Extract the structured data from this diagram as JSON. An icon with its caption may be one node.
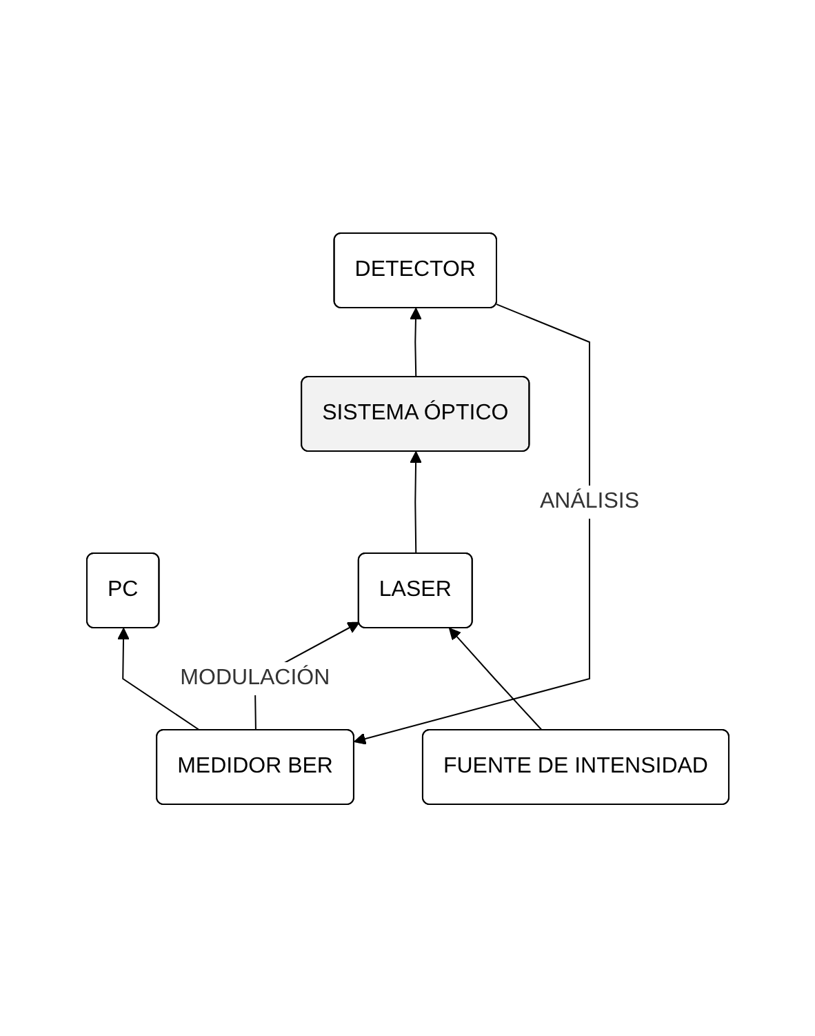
{
  "diagram": {
    "nodes": [
      {
        "text": [
          "PC"
        ]
      },
      {
        "text": [
          "MEDIDOR BER"
        ]
      },
      {
        "text": [
          "LASER"
        ]
      },
      {
        "text": [
          "SISTEMA ÓPTICO"
        ]
      },
      {
        "text": [
          "DETECTOR"
        ]
      },
      {
        "text": [
          "FUENTE DE INTENSIDAD"
        ]
      }
    ],
    "edges": [
      {
        "from": 1,
        "to": 0,
        "arrow": "to"
      },
      {
        "from": 1,
        "to": 2,
        "arrow": "to",
        "label": "MODULACIÓN"
      },
      {
        "from": 2,
        "to": 3,
        "arrow": "to"
      },
      {
        "from": 3,
        "to": 4,
        "arrow": "to"
      },
      {
        "from": 4,
        "to": 1,
        "arrow": "to",
        "label": "ANÁLISIS"
      },
      {
        "from": 5,
        "to": 2,
        "arrow": "to"
      }
    ]
  }
}
